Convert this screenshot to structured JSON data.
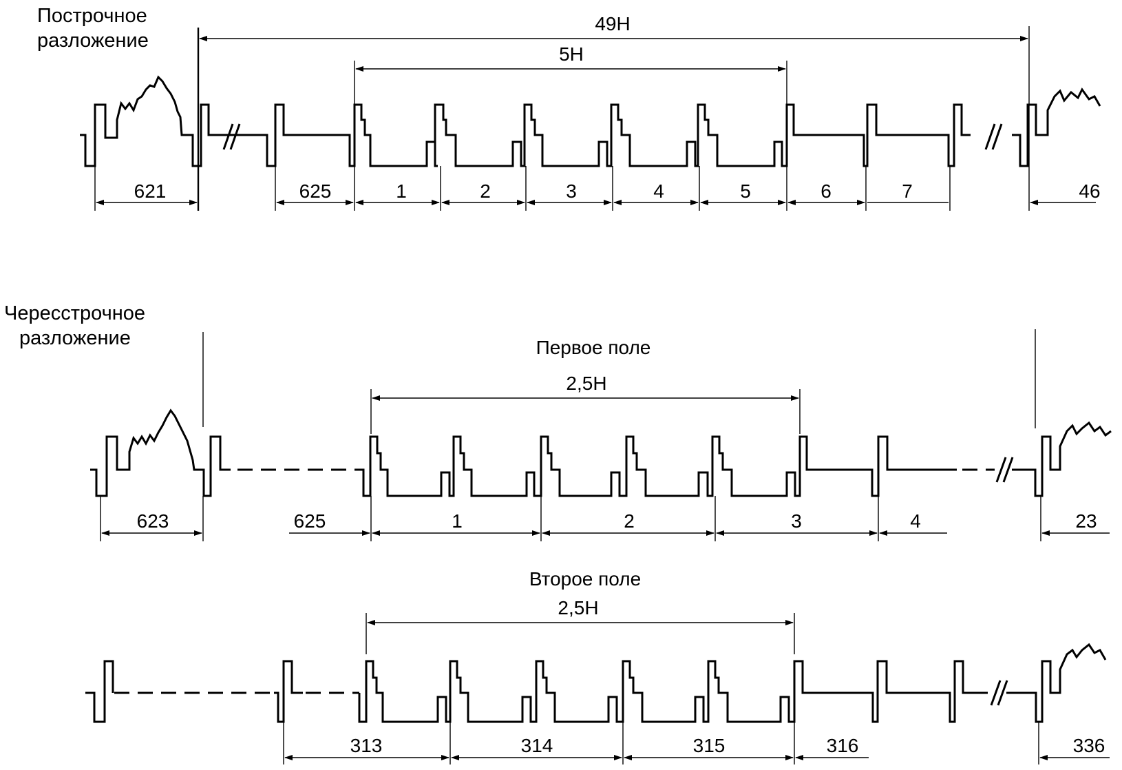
{
  "progressive": {
    "label_line1": "Построчное",
    "label_line2": "разложение",
    "span_total": "49H",
    "span_equalizing": "5H",
    "line_numbers": [
      "621",
      "625",
      "1",
      "2",
      "3",
      "4",
      "5",
      "6",
      "7",
      "46"
    ]
  },
  "interlaced": {
    "label_line1": "Чересстрочное",
    "label_line2": "разложение",
    "field1": {
      "title": "Первое поле",
      "span": "2,5H",
      "line_numbers": [
        "623",
        "625",
        "1",
        "2",
        "3",
        "4",
        "23"
      ]
    },
    "field2": {
      "title": "Второе поле",
      "span": "2,5H",
      "line_numbers": [
        "313",
        "314",
        "315",
        "316",
        "336"
      ]
    }
  }
}
